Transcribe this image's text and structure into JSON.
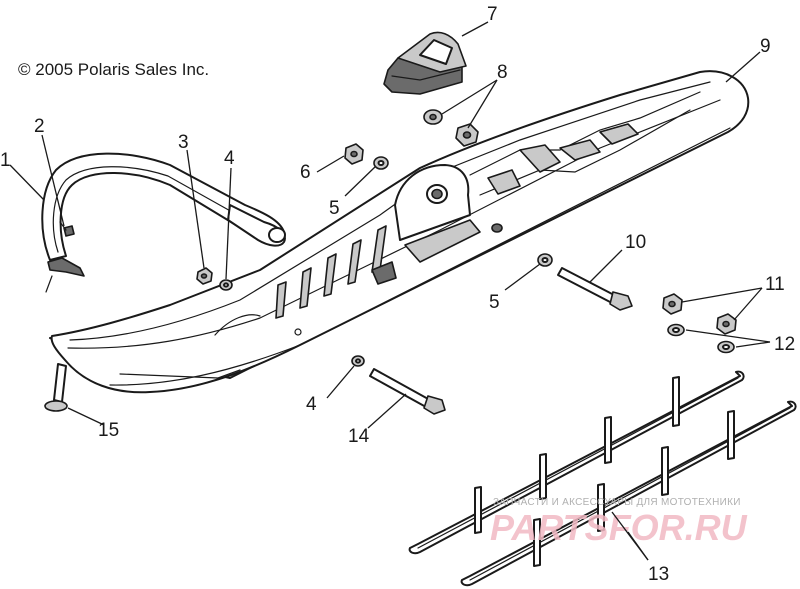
{
  "copyright": "© 2005 Polaris Sales Inc.",
  "watermark": {
    "tagline": "ЗАПЧАСТИ И АКСЕССУАРЫ ДЛЯ МОТОТЕХНИКИ",
    "logo": "PARTSFOR.RU"
  },
  "callouts": {
    "c1": "1",
    "c2": "2",
    "c3": "3",
    "c4a": "4",
    "c4b": "4",
    "c5a": "5",
    "c5b": "5",
    "c6": "6",
    "c7": "7",
    "c8": "8",
    "c9": "9",
    "c10": "10",
    "c11": "11",
    "c12": "12",
    "c13": "13",
    "c14": "14",
    "c15": "15"
  }
}
